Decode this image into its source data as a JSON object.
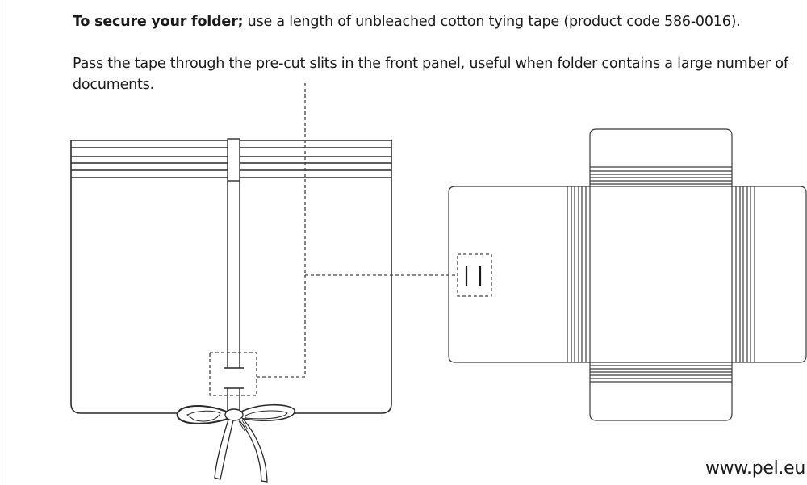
{
  "instructions": {
    "heading_bold": "To secure your folder;",
    "heading_rest": " use a length of unbleached cotton tying tape (product code 586-0016).",
    "paragraph": "Pass the tape through the pre-cut slits in the front panel, useful when folder contains a large number of documents.",
    "product_code": "586-0016"
  },
  "diagram": {
    "left_figure": "closed-folder-with-tape-bow",
    "right_figure": "unfolded-folder-net-with-slits",
    "callout": "dashed-leader-linking-tape-slot-to-panel-slits",
    "stroke_color": "#2a2a2a",
    "dash_color": "#444444"
  },
  "footer": {
    "url": "www.pel.eu"
  }
}
